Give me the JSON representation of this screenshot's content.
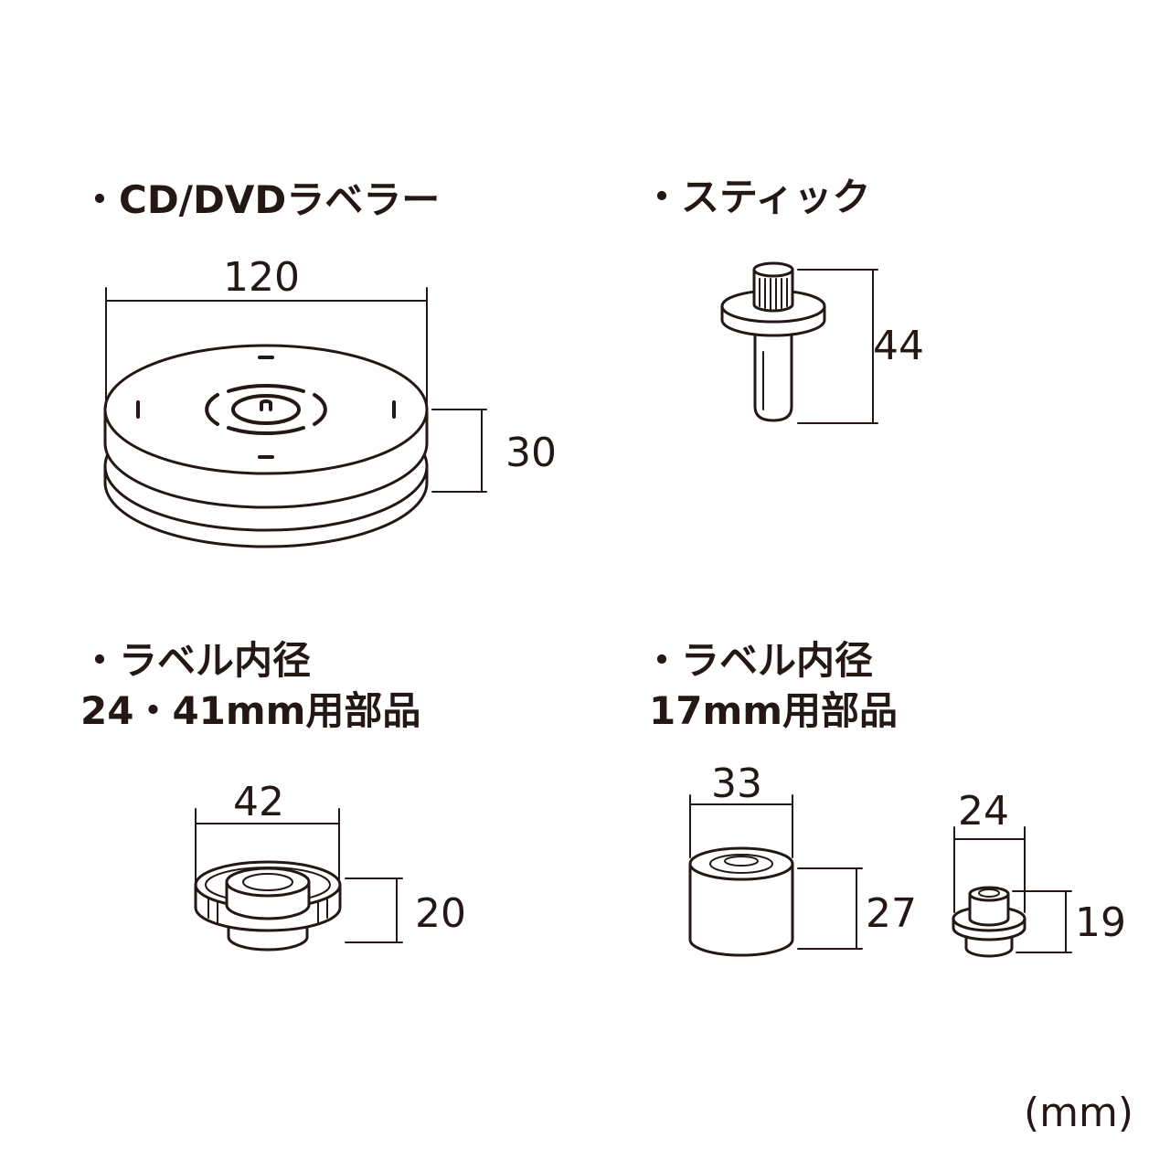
{
  "sections": {
    "labeler": {
      "title": "・CD/DVDラベラー",
      "width": "120",
      "height": "30"
    },
    "stick": {
      "title": "・スティック",
      "height": "44"
    },
    "parts_24_41": {
      "title_line1": "・ラベル内径",
      "title_line2": "24・41mm用部品",
      "width": "42",
      "height": "20"
    },
    "parts_17": {
      "title_line1": "・ラベル内径",
      "title_line2": "17mm用部品",
      "large_width": "33",
      "large_height": "27",
      "small_width": "24",
      "small_height": "19"
    }
  },
  "unit": "(mm)",
  "colors": {
    "line": "#231815",
    "fill": "#ffffff"
  }
}
